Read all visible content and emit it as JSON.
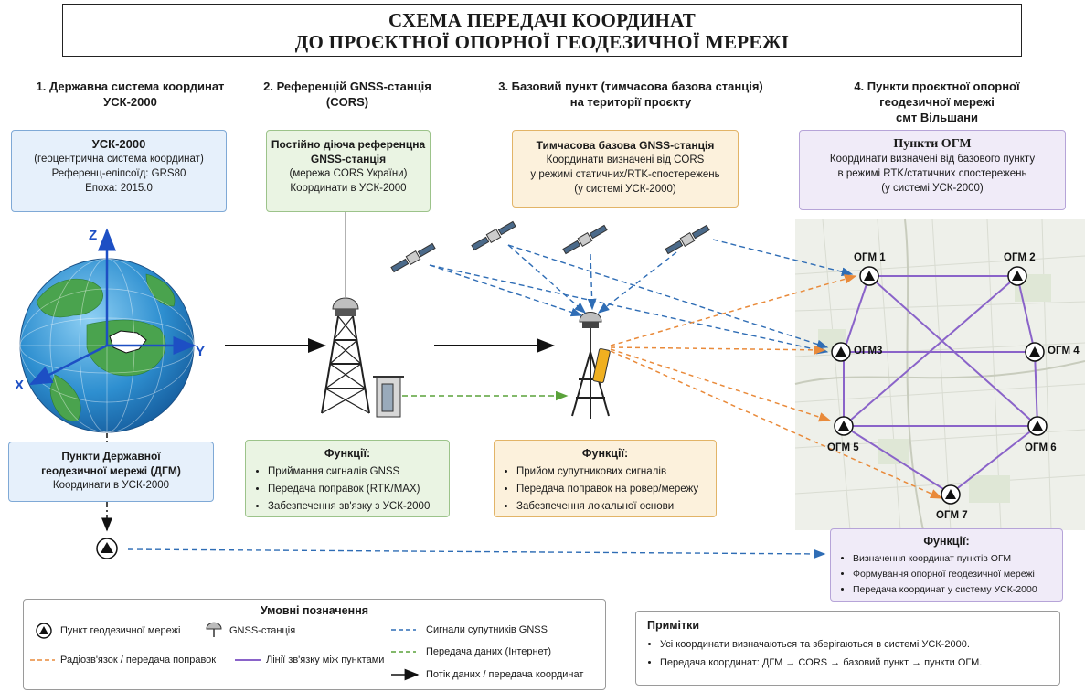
{
  "title": {
    "line1": "СХЕМА ПЕРЕДАЧІ КООРДИНАТ",
    "line2": "ДО ПРОЄКТНОЇ ОПОРНОЇ ГЕОДЕЗИЧНОЇ МЕРЕЖІ"
  },
  "sections": [
    {
      "line1": "1. Державна система координат",
      "line2": "УСК-2000",
      "line3": ""
    },
    {
      "line1": "2. Референцій GNSS-станція",
      "line2": "(CORS)",
      "line3": ""
    },
    {
      "line1": "3. Базовий пункт (тимчасова базова станція)",
      "line2": "на території проєкту",
      "line3": ""
    },
    {
      "line1": "4. Пункти проєктної опорної",
      "line2": "геодезичної мережі",
      "line3": "смт Вільшани"
    }
  ],
  "boxes": {
    "usk": {
      "title": "УСК-2000",
      "lines": [
        "(геоцентрична система координат)",
        "Референц-еліпсоїд: GRS80",
        "Епоха: 2015.0"
      ]
    },
    "cors": {
      "lines": [
        "Постійно діюча референцна",
        "GNSS-станція",
        "(мережа CORS України)",
        "Координати в УСК-2000"
      ]
    },
    "base": {
      "title": "Тимчасова базова GNSS-станція",
      "lines": [
        "Координати визначені від CORS",
        "у режимі статичних/RTK-спостережень",
        "(у системі УСК-2000)"
      ]
    },
    "ogm": {
      "title": "Пункти ОГМ",
      "lines": [
        "Координати визначені від базового пункту",
        "в режимі RTK/статичних спостережень",
        "(у системі УСК-2000)"
      ]
    },
    "dgm": {
      "lines": [
        "Пункти Державної",
        "геодезичної мережі (ДГМ)",
        "Координати в УСК-2000"
      ]
    }
  },
  "axes": {
    "z": "Z",
    "y": "Y",
    "x": "X"
  },
  "functions": {
    "cors": {
      "title": "Функції:",
      "items": [
        "Приймання сигналів GNSS",
        "Передача поправок (RTK/MAX)",
        "Забезпечення зв'язку з УСК-2000"
      ]
    },
    "base": {
      "title": "Функції:",
      "items": [
        "Прийом супутникових сигналів",
        "Передача поправок на ровер/мережу",
        "Забезпечення локальної основи"
      ]
    },
    "ogm": {
      "title": "Функції:",
      "items": [
        "Визначення координат пунктів ОГМ",
        "Формування опорної геодезичної мережі",
        "Передача координат у систему УСК-2000"
      ]
    }
  },
  "ogm_points": [
    "ОГМ 1",
    "ОГМ 2",
    "ОГМ3",
    "ОГМ 4",
    "ОГМ 5",
    "ОГМ 6",
    "ОГМ 7"
  ],
  "legend": {
    "title": "Умовні позначення",
    "items": {
      "point": "Пункт геодезичної мережі",
      "station": "GNSS-станція",
      "radio": "Радіозв'язок / передача поправок",
      "links": "Лінії зв'язку між пунктами",
      "gnss": "Сигнали супутників GNSS",
      "internet": "Передача даних (Інтернет)",
      "flow": "Потік даних / передача координат"
    },
    "colors": {
      "radio": "#e98a3a",
      "links": "#8a63c9",
      "gnss": "#2f6db5",
      "internet": "#5aa23a",
      "flow": "#111111"
    }
  },
  "notes": {
    "title": "Примітки",
    "items": [
      "Усі координати визначаються та зберігаються в системі УСК-2000.",
      "Передача координат: ДГМ → CORS → базовий пункт → пункти ОГМ."
    ]
  }
}
